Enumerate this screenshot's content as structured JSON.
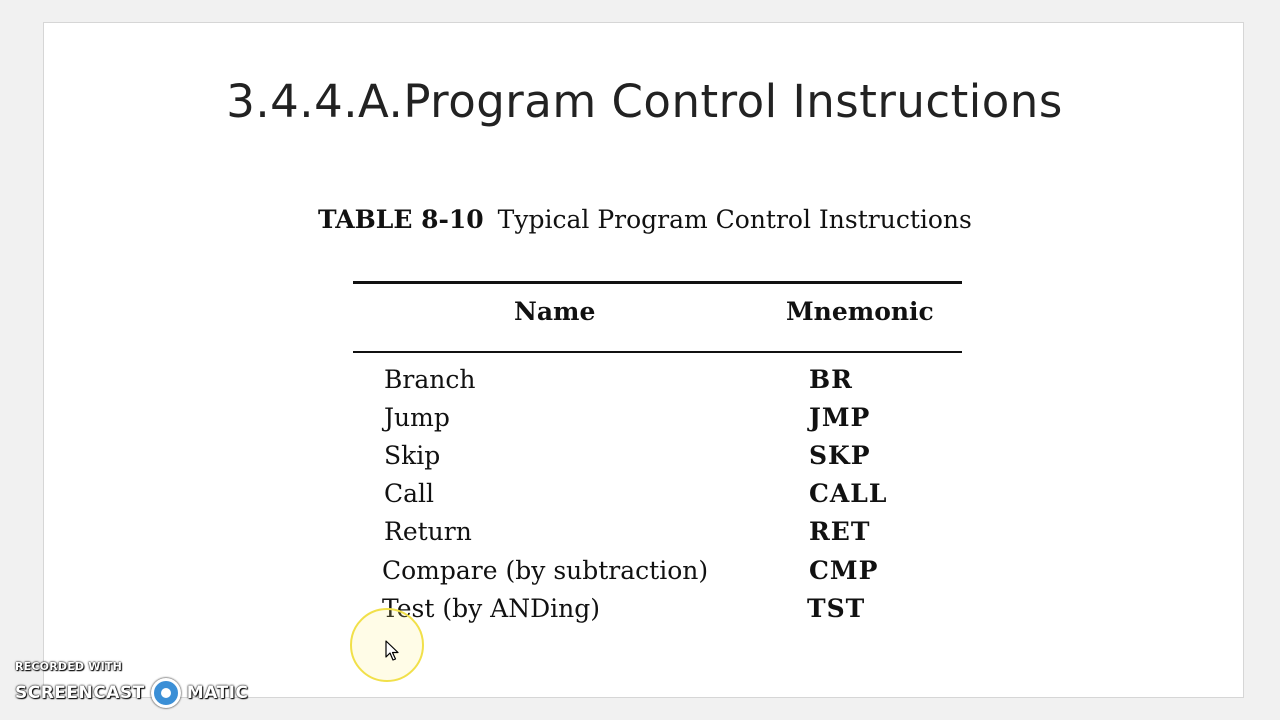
{
  "slide": {
    "title": "3.4.4.A.Program Control Instructions"
  },
  "table": {
    "caption_number": "TABLE 8-10",
    "caption_text": "Typical Program Control Instructions",
    "headers": {
      "name": "Name",
      "mnemonic": "Mnemonic"
    },
    "rows": [
      {
        "name": "Branch",
        "mnemonic": "BR"
      },
      {
        "name": "Jump",
        "mnemonic": "JMP"
      },
      {
        "name": "Skip",
        "mnemonic": "SKP"
      },
      {
        "name": "Call",
        "mnemonic": "CALL"
      },
      {
        "name": "Return",
        "mnemonic": "RET"
      },
      {
        "name": "Compare (by subtraction)",
        "mnemonic": "CMP"
      },
      {
        "name": "Test (by ANDing)",
        "mnemonic": "TST"
      }
    ]
  },
  "watermark": {
    "line1": "RECORDED WITH",
    "left": "SCREENCAST",
    "right": "MATIC"
  },
  "colors": {
    "background": "#f1f1f1",
    "slide": "#ffffff",
    "cursor_highlight": "#f1e04a",
    "logo_blue": "#3b8fd6"
  }
}
